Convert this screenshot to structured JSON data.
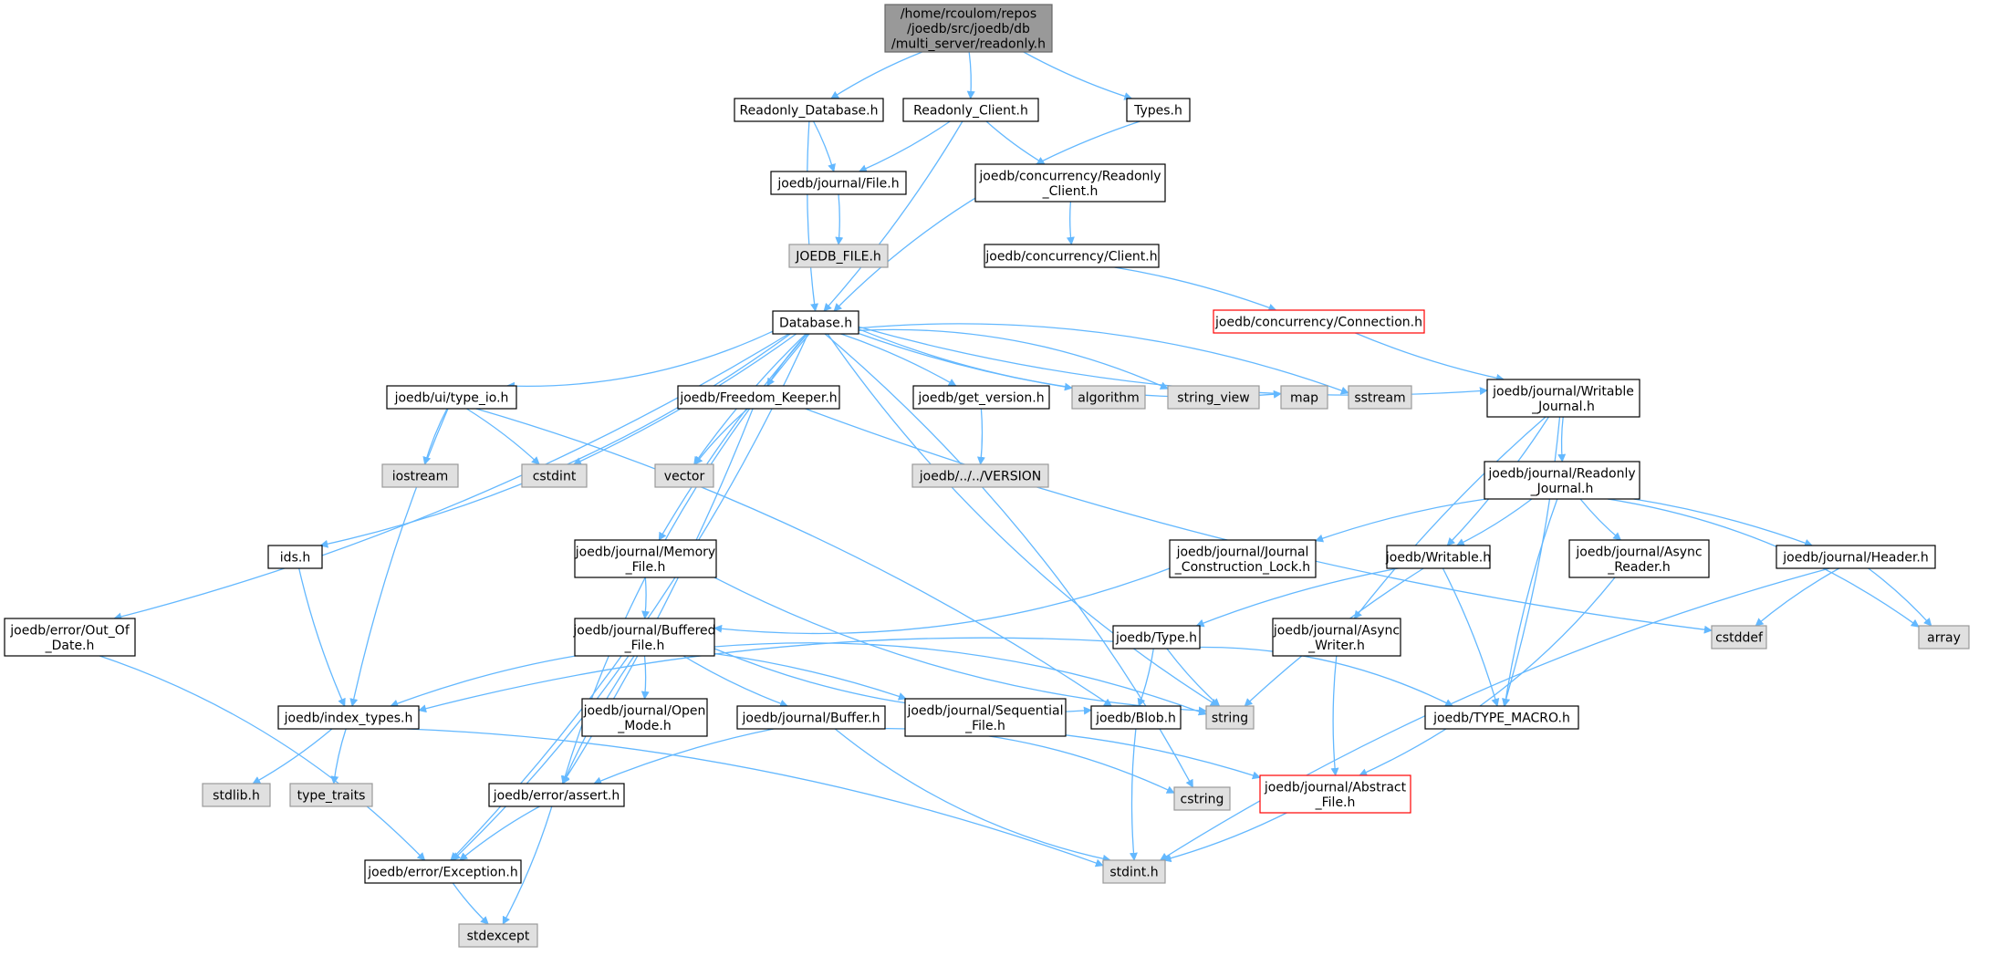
{
  "colors": {
    "edge": "#63b8ff",
    "root_fill": "#999999",
    "root_border": "#666666",
    "system_fill": "#e0e0e0",
    "system_border": "#999999",
    "truncated_border": "#ff0000",
    "node_border": "#000000",
    "node_fill": "#ffffff"
  },
  "nodes": [
    {
      "id": "root",
      "kind": "root",
      "lines": [
        "/home/rcoulom/repos",
        "/joedb/src/joedb/db",
        "/multi_server/readonly.h"
      ]
    },
    {
      "id": "readonly_database",
      "kind": "normal",
      "lines": [
        "Readonly_Database.h"
      ]
    },
    {
      "id": "readonly_client",
      "kind": "normal",
      "lines": [
        "Readonly_Client.h"
      ]
    },
    {
      "id": "types_h",
      "kind": "normal",
      "lines": [
        "Types.h"
      ]
    },
    {
      "id": "journal_file",
      "kind": "normal",
      "lines": [
        "joedb/journal/File.h"
      ]
    },
    {
      "id": "joedb_file",
      "kind": "system",
      "lines": [
        "JOEDB_FILE.h"
      ]
    },
    {
      "id": "concurrency_readonly_client",
      "kind": "normal",
      "lines": [
        "joedb/concurrency/Readonly",
        "_Client.h"
      ]
    },
    {
      "id": "concurrency_client",
      "kind": "normal",
      "lines": [
        "joedb/concurrency/Client.h"
      ]
    },
    {
      "id": "concurrency_connection",
      "kind": "truncated",
      "lines": [
        "joedb/concurrency/Connection.h"
      ]
    },
    {
      "id": "database_h",
      "kind": "normal",
      "lines": [
        "Database.h"
      ]
    },
    {
      "id": "writable_journal",
      "kind": "normal",
      "lines": [
        "joedb/journal/Writable",
        "_Journal.h"
      ]
    },
    {
      "id": "ui_type_io",
      "kind": "normal",
      "lines": [
        "joedb/ui/type_io.h"
      ]
    },
    {
      "id": "freedom_keeper",
      "kind": "normal",
      "lines": [
        "joedb/Freedom_Keeper.h"
      ]
    },
    {
      "id": "get_version",
      "kind": "normal",
      "lines": [
        "joedb/get_version.h"
      ]
    },
    {
      "id": "algorithm",
      "kind": "system",
      "lines": [
        "algorithm"
      ]
    },
    {
      "id": "string_view",
      "kind": "system",
      "lines": [
        "string_view"
      ]
    },
    {
      "id": "map",
      "kind": "system",
      "lines": [
        "map"
      ]
    },
    {
      "id": "sstream",
      "kind": "system",
      "lines": [
        "sstream"
      ]
    },
    {
      "id": "iostream",
      "kind": "system",
      "lines": [
        "iostream"
      ]
    },
    {
      "id": "cstdint",
      "kind": "system",
      "lines": [
        "cstdint"
      ]
    },
    {
      "id": "vector",
      "kind": "system",
      "lines": [
        "vector"
      ]
    },
    {
      "id": "version_file",
      "kind": "system",
      "lines": [
        "joedb/../../VERSION"
      ]
    },
    {
      "id": "readonly_journal",
      "kind": "normal",
      "lines": [
        "joedb/journal/Readonly",
        "_Journal.h"
      ]
    },
    {
      "id": "ids_h",
      "kind": "normal",
      "lines": [
        "ids.h"
      ]
    },
    {
      "id": "memory_file",
      "kind": "normal",
      "lines": [
        "joedb/journal/Memory",
        "_File.h"
      ]
    },
    {
      "id": "journal_construction_lock",
      "kind": "normal",
      "lines": [
        "joedb/journal/Journal",
        "_Construction_Lock.h"
      ]
    },
    {
      "id": "writable_h",
      "kind": "normal",
      "lines": [
        "joedb/Writable.h"
      ]
    },
    {
      "id": "async_reader",
      "kind": "normal",
      "lines": [
        "joedb/journal/Async",
        "_Reader.h"
      ]
    },
    {
      "id": "header_h",
      "kind": "normal",
      "lines": [
        "joedb/journal/Header.h"
      ]
    },
    {
      "id": "out_of_date",
      "kind": "normal",
      "lines": [
        "joedb/error/Out_Of",
        "_Date.h"
      ]
    },
    {
      "id": "buffered_file",
      "kind": "normal",
      "lines": [
        "joedb/journal/Buffered",
        "_File.h"
      ]
    },
    {
      "id": "type_h",
      "kind": "normal",
      "lines": [
        "joedb/Type.h"
      ]
    },
    {
      "id": "async_writer",
      "kind": "normal",
      "lines": [
        "joedb/journal/Async",
        "_Writer.h"
      ]
    },
    {
      "id": "cstddef",
      "kind": "system",
      "lines": [
        "cstddef"
      ]
    },
    {
      "id": "array",
      "kind": "system",
      "lines": [
        "array"
      ]
    },
    {
      "id": "index_types",
      "kind": "normal",
      "lines": [
        "joedb/index_types.h"
      ]
    },
    {
      "id": "open_mode",
      "kind": "normal",
      "lines": [
        "joedb/journal/Open",
        "_Mode.h"
      ]
    },
    {
      "id": "buffer_h",
      "kind": "normal",
      "lines": [
        "joedb/journal/Buffer.h"
      ]
    },
    {
      "id": "sequential_file",
      "kind": "normal",
      "lines": [
        "joedb/journal/Sequential",
        "_File.h"
      ]
    },
    {
      "id": "blob_h",
      "kind": "normal",
      "lines": [
        "joedb/Blob.h"
      ]
    },
    {
      "id": "string",
      "kind": "system",
      "lines": [
        "string"
      ]
    },
    {
      "id": "type_macro",
      "kind": "normal",
      "lines": [
        "joedb/TYPE_MACRO.h"
      ]
    },
    {
      "id": "abstract_file",
      "kind": "truncated",
      "lines": [
        "joedb/journal/Abstract",
        "_File.h"
      ]
    },
    {
      "id": "stdlib_h",
      "kind": "system",
      "lines": [
        "stdlib.h"
      ]
    },
    {
      "id": "type_traits",
      "kind": "system",
      "lines": [
        "type_traits"
      ]
    },
    {
      "id": "error_assert",
      "kind": "normal",
      "lines": [
        "joedb/error/assert.h"
      ]
    },
    {
      "id": "cstring",
      "kind": "system",
      "lines": [
        "cstring"
      ]
    },
    {
      "id": "error_exception",
      "kind": "normal",
      "lines": [
        "joedb/error/Exception.h"
      ]
    },
    {
      "id": "stdint_h",
      "kind": "system",
      "lines": [
        "stdint.h"
      ]
    },
    {
      "id": "stdexcept",
      "kind": "system",
      "lines": [
        "stdexcept"
      ]
    }
  ],
  "edges": [
    [
      "root",
      "readonly_database"
    ],
    [
      "root",
      "readonly_client"
    ],
    [
      "root",
      "types_h"
    ],
    [
      "readonly_database",
      "journal_file"
    ],
    [
      "readonly_database",
      "database_h"
    ],
    [
      "readonly_client",
      "journal_file"
    ],
    [
      "readonly_client",
      "concurrency_readonly_client"
    ],
    [
      "readonly_client",
      "database_h"
    ],
    [
      "types_h",
      "database_h"
    ],
    [
      "journal_file",
      "joedb_file"
    ],
    [
      "concurrency_readonly_client",
      "concurrency_client"
    ],
    [
      "concurrency_client",
      "concurrency_connection"
    ],
    [
      "concurrency_connection",
      "writable_journal"
    ],
    [
      "database_h",
      "ui_type_io"
    ],
    [
      "database_h",
      "freedom_keeper"
    ],
    [
      "database_h",
      "get_version"
    ],
    [
      "database_h",
      "algorithm"
    ],
    [
      "database_h",
      "string_view"
    ],
    [
      "database_h",
      "map"
    ],
    [
      "database_h",
      "sstream"
    ],
    [
      "database_h",
      "writable_journal"
    ],
    [
      "database_h",
      "cstdint"
    ],
    [
      "database_h",
      "vector"
    ],
    [
      "database_h",
      "ids_h"
    ],
    [
      "database_h",
      "memory_file"
    ],
    [
      "database_h",
      "out_of_date"
    ],
    [
      "database_h",
      "error_assert"
    ],
    [
      "database_h",
      "error_exception"
    ],
    [
      "database_h",
      "string"
    ],
    [
      "database_h",
      "cstring"
    ],
    [
      "ui_type_io",
      "iostream"
    ],
    [
      "ui_type_io",
      "cstdint"
    ],
    [
      "ui_type_io",
      "index_types"
    ],
    [
      "ui_type_io",
      "blob_h"
    ],
    [
      "freedom_keeper",
      "vector"
    ],
    [
      "freedom_keeper",
      "error_assert"
    ],
    [
      "freedom_keeper",
      "cstddef"
    ],
    [
      "get_version",
      "version_file"
    ],
    [
      "writable_journal",
      "readonly_journal"
    ],
    [
      "writable_journal",
      "writable_h"
    ],
    [
      "writable_journal",
      "async_writer"
    ],
    [
      "writable_journal",
      "type_macro"
    ],
    [
      "readonly_journal",
      "journal_construction_lock"
    ],
    [
      "readonly_journal",
      "writable_h"
    ],
    [
      "readonly_journal",
      "async_reader"
    ],
    [
      "readonly_journal",
      "header_h"
    ],
    [
      "readonly_journal",
      "type_macro"
    ],
    [
      "readonly_journal",
      "array"
    ],
    [
      "ids_h",
      "index_types"
    ],
    [
      "memory_file",
      "buffered_file"
    ],
    [
      "memory_file",
      "string"
    ],
    [
      "journal_construction_lock",
      "buffered_file"
    ],
    [
      "writable_h",
      "type_h"
    ],
    [
      "writable_h",
      "type_macro"
    ],
    [
      "writable_h",
      "string"
    ],
    [
      "async_reader",
      "abstract_file"
    ],
    [
      "header_h",
      "cstddef"
    ],
    [
      "header_h",
      "array"
    ],
    [
      "header_h",
      "stdint_h"
    ],
    [
      "out_of_date",
      "error_exception"
    ],
    [
      "buffered_file",
      "index_types"
    ],
    [
      "buffered_file",
      "open_mode"
    ],
    [
      "buffered_file",
      "buffer_h"
    ],
    [
      "buffered_file",
      "sequential_file"
    ],
    [
      "buffered_file",
      "blob_h"
    ],
    [
      "buffered_file",
      "string"
    ],
    [
      "buffered_file",
      "error_assert"
    ],
    [
      "buffered_file",
      "error_exception"
    ],
    [
      "type_h",
      "index_types"
    ],
    [
      "type_h",
      "blob_h"
    ],
    [
      "type_h",
      "string"
    ],
    [
      "type_h",
      "type_macro"
    ],
    [
      "async_writer",
      "abstract_file"
    ],
    [
      "index_types",
      "stdlib_h"
    ],
    [
      "index_types",
      "type_traits"
    ],
    [
      "index_types",
      "stdint_h"
    ],
    [
      "buffer_h",
      "error_assert"
    ],
    [
      "buffer_h",
      "cstring"
    ],
    [
      "buffer_h",
      "stdint_h"
    ],
    [
      "sequential_file",
      "abstract_file"
    ],
    [
      "blob_h",
      "stdint_h"
    ],
    [
      "abstract_file",
      "stdint_h"
    ],
    [
      "error_assert",
      "error_exception"
    ],
    [
      "error_assert",
      "stdexcept"
    ],
    [
      "error_exception",
      "stdexcept"
    ]
  ]
}
